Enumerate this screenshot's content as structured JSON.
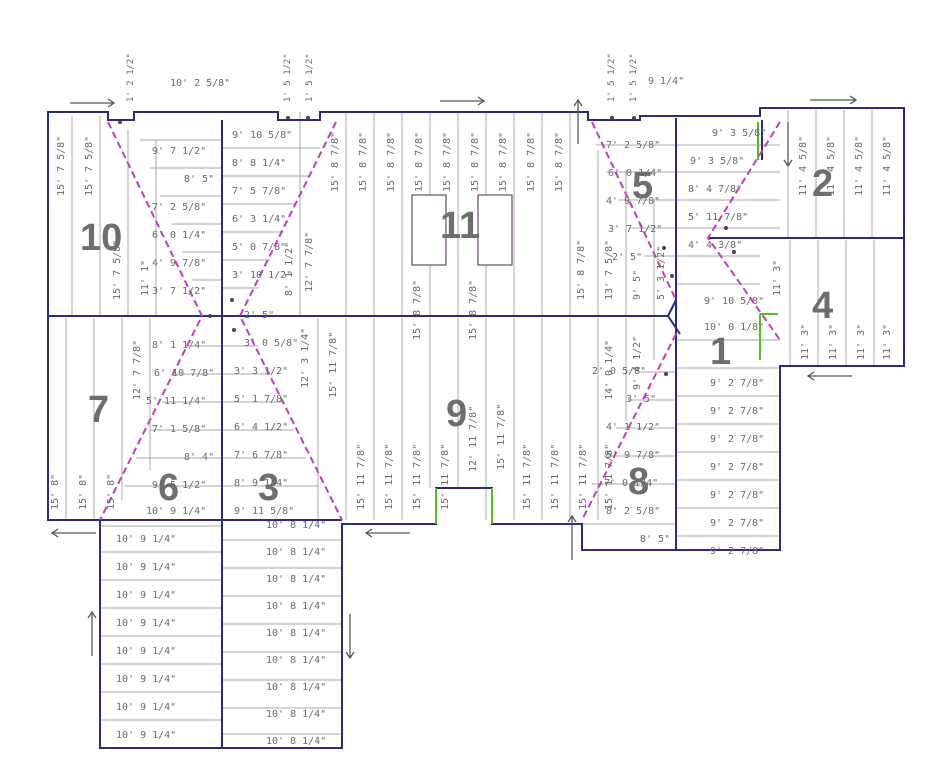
{
  "colors": {
    "outline": "#2a2a8a",
    "hip": "#c03cc0",
    "valley": "#50c020",
    "course": "#a8a8a8",
    "text": "#6a6a6a",
    "facet_label": "#6e6e6e"
  },
  "facets": [
    {
      "id": "1",
      "label": "1"
    },
    {
      "id": "2",
      "label": "2"
    },
    {
      "id": "3",
      "label": "3"
    },
    {
      "id": "4",
      "label": "4"
    },
    {
      "id": "5",
      "label": "5"
    },
    {
      "id": "6",
      "label": "6"
    },
    {
      "id": "7",
      "label": "7"
    },
    {
      "id": "8",
      "label": "8"
    },
    {
      "id": "9",
      "label": "9"
    },
    {
      "id": "10",
      "label": "10"
    },
    {
      "id": "11",
      "label": "11"
    }
  ],
  "top_dims": {
    "d1": "1' 2 1/2\"",
    "d2": "10' 2 5/8\"",
    "d3": "1' 5 1/2\"",
    "d4": "1' 5 1/2\"",
    "d5": "1' 5 1/2\"",
    "d6": "1' 5 1/2\"",
    "d7": "9 1/4\""
  },
  "facet10_rows": [
    "9' 7 1/2\"",
    "8' 5\"",
    "7' 2 5/8\"",
    "6' 0 1/4\"",
    "4' 9 7/8\"",
    "3' 7 1/2\""
  ],
  "facet10_cols": [
    "15' 7 5/8\"",
    "15' 7 5/8\"",
    "15' 7 5/8\"",
    "11' 1\""
  ],
  "facet11_left_rows": [
    "9' 10 5/8\"",
    "8' 8 1/4\"",
    "7' 5 7/8\"",
    "6' 3 1/4\"",
    "5' 0 7/8\"",
    "3' 10 1/2\""
  ],
  "facet11_cols": [
    "15' 8 7/8\"",
    "15' 8 7/8\"",
    "15' 8 7/8\"",
    "15' 8 7/8\"",
    "15' 8 7/8\"",
    "15' 8 7/8\"",
    "15' 8 7/8\"",
    "15' 8 7/8\"",
    "15' 8 7/8\"",
    "12' 7 7/8\"",
    "8' 1 1/2\""
  ],
  "facet5_rows": [
    "7' 2 5/8\"",
    "6' 0 1/4\"",
    "4' 9 7/8\"",
    "3' 7 1/2\"",
    "2' 5\""
  ],
  "facet5_cols": [
    "15' 8 7/8\"",
    "13' 7 5/8\"",
    "9' 5\"",
    "5' 3 1/2\""
  ],
  "facet1_rows": [
    "9' 3 5/8\"",
    "9' 3 5/8\"",
    "8' 4 7/8\"",
    "5' 11 7/8\"",
    "4' 4 3/8\"",
    "9' 10 5/8\"",
    "10' 0 1/8\"",
    "9' 2 7/8\"",
    "9' 2 7/8\"",
    "9' 2 7/8\"",
    "9' 2 7/8\"",
    "9' 2 7/8\"",
    "9' 2 7/8\"",
    "9' 2 7/8\""
  ],
  "facet2_cols": [
    "11' 4 5/8\"",
    "11' 4 5/8\"",
    "11' 4 5/8\"",
    "11' 4 5/8\""
  ],
  "facet4_cols": [
    "11' 3\"",
    "11' 3\"",
    "11' 3\"",
    "11' 3\"",
    "11' 3\""
  ],
  "facet7_cols": [
    "15' 8\"",
    "15' 8\"",
    "15' 8\"",
    "12' 7 7/8\""
  ],
  "facet6_rows": [
    "8' 1 1/4\"",
    "6' 10 7/8\"",
    "5' 11 1/4\"",
    "7' 1 5/8\"",
    "8' 4\"",
    "9' 5 1/2\"",
    "10' 9 1/4\""
  ],
  "facet3_rows": [
    "2' 5\"",
    "3' 0 5/8\"",
    "3' 3 1/2\"",
    "5' 1 7/8\"",
    "6' 4 1/2\"",
    "7' 6 7/8\"",
    "8' 9 1/4\"",
    "9' 11 5/8\""
  ],
  "facet3_cols": [
    "12' 3 1/4\"",
    "15' 11 7/8\""
  ],
  "facet9_cols": [
    "15' 11 7/8\"",
    "15' 11 7/8\"",
    "15' 11 7/8\"",
    "15' 11 7/8\"",
    "12' 11 7/8\"",
    "15' 11 7/8\"",
    "15' 11 7/8\"",
    "15' 11 7/8\"",
    "15' 11 7/8\"",
    "15' 11 7/8\"",
    "15' 8 7/8\"",
    "15' 8 7/8\""
  ],
  "facet8_rows": [
    "2' 0 5/8\"",
    "3' 5\"",
    "4' 1 1/2\"",
    "5' 9 7/8\"",
    "7' 0 1/4\"",
    "8' 2 5/8\"",
    "8' 5\""
  ],
  "facet8_cols": [
    "14' 0 1/4\"",
    "9' 4 1/2\""
  ],
  "lower_left_rows": [
    "10' 9 1/4\"",
    "10' 9 1/4\"",
    "10' 9 1/4\"",
    "10' 9 1/4\"",
    "10' 9 1/4\"",
    "10' 9 1/4\"",
    "10' 9 1/4\"",
    "10' 9 1/4\""
  ],
  "lower_right_rows": [
    "10' 8 1/4\"",
    "10' 8 1/4\"",
    "10' 8 1/4\"",
    "10' 8 1/4\"",
    "10' 8 1/4\"",
    "10' 8 1/4\"",
    "10' 8 1/4\"",
    "10' 8 1/4\"",
    "10' 8 1/4\""
  ]
}
